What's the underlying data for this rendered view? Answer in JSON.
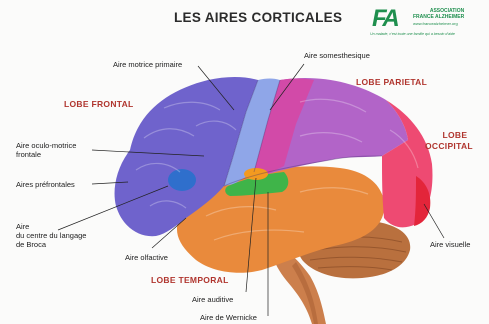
{
  "title": "LES AIRES CORTICALES",
  "logo": {
    "mark": "FA",
    "name_line1": "ASSOCIATION",
    "name_line2": "FRANCE ALZHEIMER",
    "website": "www.francealzheimer.org",
    "tagline": "Un malade, c'est toute une famille qui a besoin d'aide"
  },
  "lobes": {
    "frontal": "LOBE FRONTAL",
    "parietal": "LOBE PARIETAL",
    "occipital_line1": "LOBE",
    "occipital_line2": "OCCIPITAL",
    "temporal": "LOBE TEMPORAL"
  },
  "areas": {
    "motor_primary": "Aire motrice primaire",
    "somesthetic": "Aire somesthesique",
    "oculomotor_line1": "Aire oculo-motrice",
    "oculomotor_line2": "frontale",
    "prefrontal": "Aires préfrontales",
    "broca_line1": "Aire",
    "broca_line2": "du centre du langage",
    "broca_line3": "de Broca",
    "olfactory": "Aire olfactive",
    "visual": "Aire visuelle",
    "auditory": "Aire auditive",
    "wernicke": "Aire de Wernicke"
  },
  "colors": {
    "frontal": "#6f63cc",
    "motor": "#8fa6e8",
    "parietal": "#b264c8",
    "somesthetic": "#d24aa8",
    "occipital": "#ee4a72",
    "visual": "#e3253a",
    "temporal": "#e98a3c",
    "auditory": "#f39a1f",
    "wernicke": "#3fb449",
    "broca": "#2f6fcc",
    "cerebellum": "#b9703e",
    "brainstem": "#cc7f4c",
    "lobe_label": "#b0352e",
    "logo": "#1f8f4e"
  }
}
